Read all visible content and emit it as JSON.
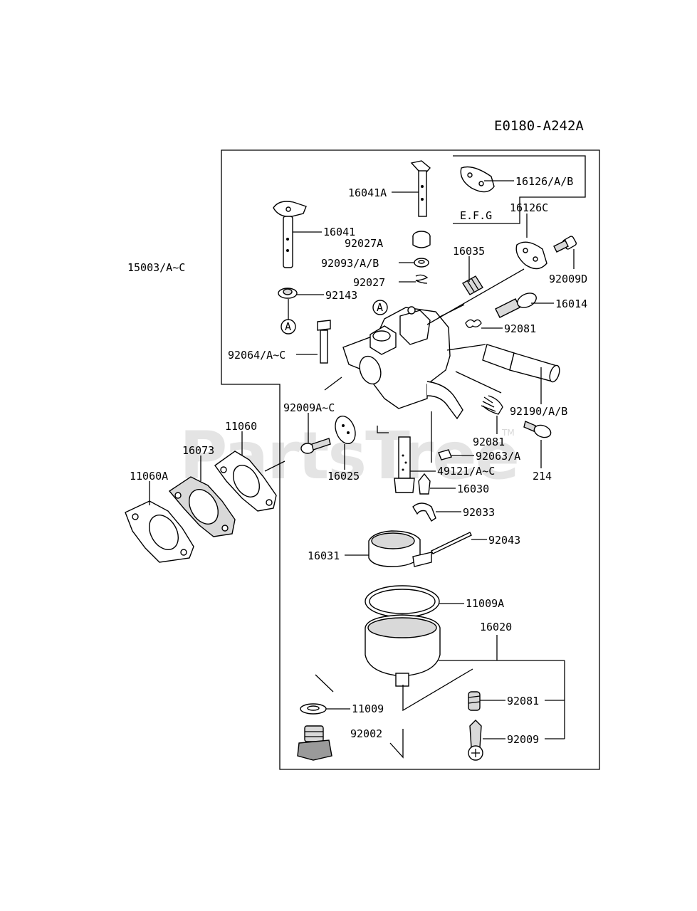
{
  "diagram_code": "E0180-A242A",
  "watermark": "PartsTree",
  "watermark_tm": "TM",
  "callout_marker": "A",
  "labels": {
    "p16041A": "16041A",
    "p16126AB": "16126/A/B",
    "pEFG": "E.F.G",
    "p16126C": "16126C",
    "p16041": "16041",
    "p92027A": "92027A",
    "p16035": "16035",
    "p15003": "15003/A~C",
    "p92093": "92093/A/B",
    "p92027": "92027",
    "p92009D": "92009D",
    "p92143": "92143",
    "p16014": "16014",
    "p92081a": "92081",
    "p92064": "92064/A~C",
    "p92190": "92190/A/B",
    "p92009A": "92009A~C",
    "p11060": "11060",
    "p16073": "16073",
    "p92081b": "92081",
    "p11060A": "11060A",
    "p92063": "92063/A",
    "p214": "214",
    "p16025": "16025",
    "p49121": "49121/A~C",
    "p16030": "16030",
    "p92033": "92033",
    "p92043": "92043",
    "p16031": "16031",
    "p11009A": "11009A",
    "p16020": "16020",
    "p92081c": "92081",
    "p11009": "11009",
    "p92002": "92002",
    "p92009": "92009"
  }
}
